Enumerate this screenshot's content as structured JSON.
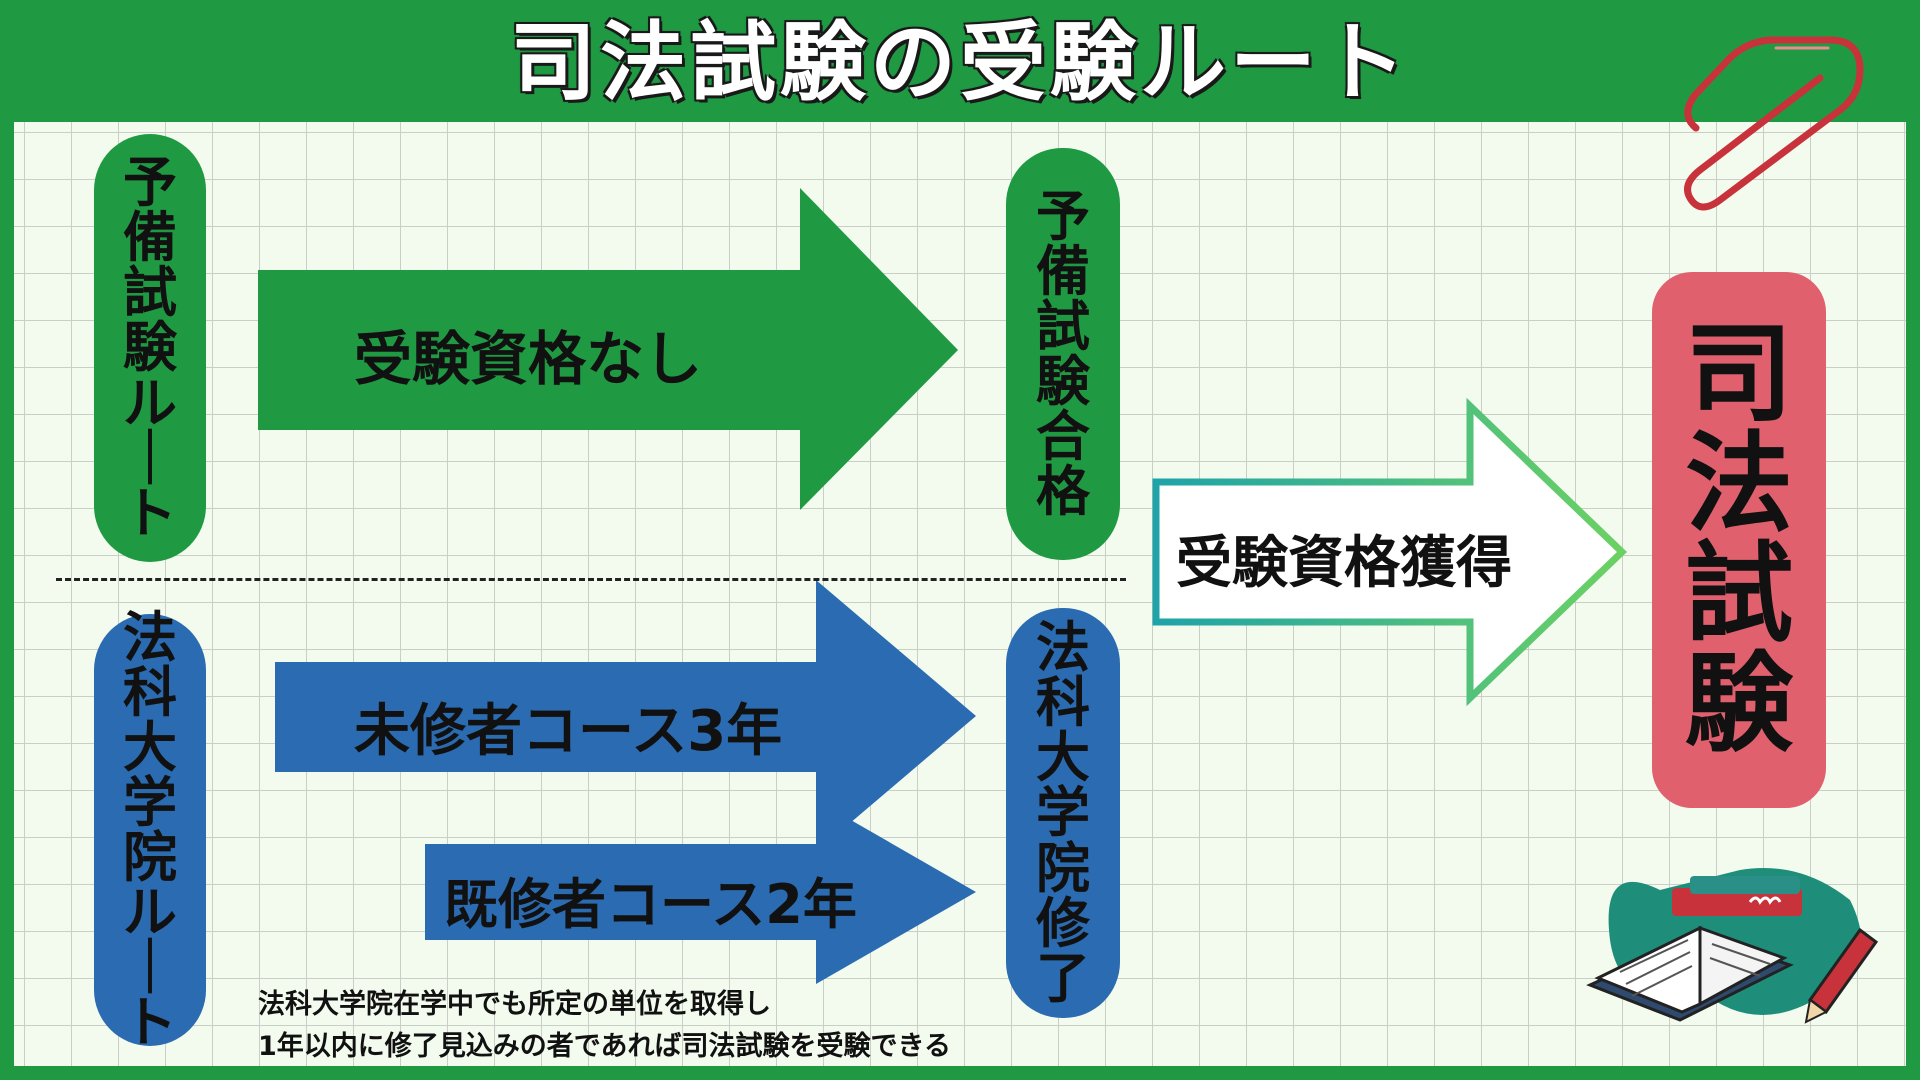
{
  "title": "司法試験の受験ルート",
  "yobi_route": {
    "label": "予備試験ルート"
  },
  "yobi_arrow": {
    "label": "受験資格なし"
  },
  "yobi_pass": {
    "label": "予備試験合格"
  },
  "law_route": {
    "label": "法科大学院ルート"
  },
  "mishu_arrow": {
    "label": "未修者コース3年"
  },
  "kishu_arrow": {
    "label": "既修者コース2年"
  },
  "law_done": {
    "label": "法科大学院修了"
  },
  "qualify_arrow": {
    "label": "受験資格獲得"
  },
  "exam": {
    "label": "司法試験"
  },
  "note": {
    "line1": "法科大学院在学中でも所定の単位を取得し",
    "line2": "1年以内に修了見込みの者であれば司法試験を受験できる"
  },
  "colors": {
    "green": "#1f9a43",
    "blue": "#2a6bb1",
    "red": "#e0606e",
    "background": "#f3fbef"
  },
  "icons": [
    "paperclip-icon",
    "open-book-icon",
    "pencil-icon"
  ]
}
